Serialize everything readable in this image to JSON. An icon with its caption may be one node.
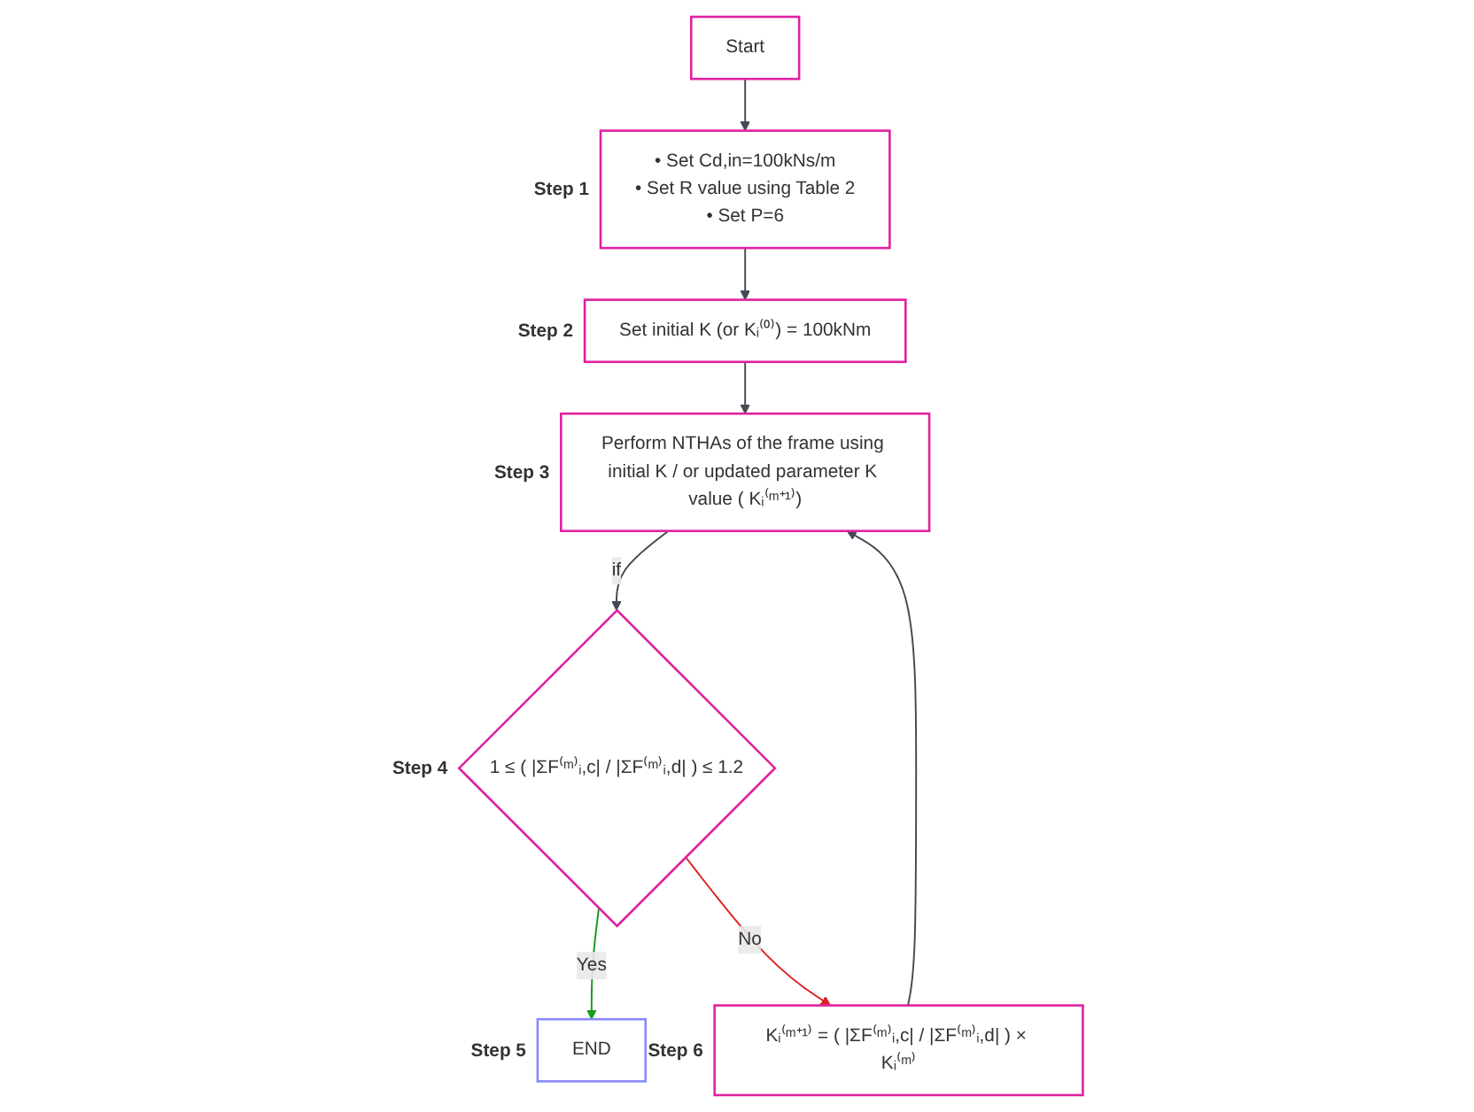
{
  "diagram": {
    "nodes": [
      {
        "text": [
          "Start"
        ]
      },
      {
        "text": [
          "• Set Cd,in=100kNs/m",
          "• Set R value using Table 2",
          "• Set P=6"
        ],
        "beside": [
          "Step 1"
        ]
      },
      {
        "text": [
          "Set initial K (or Kᵢ⁽⁰⁾) = 100kNm"
        ],
        "beside": [
          "Step 2"
        ]
      },
      {
        "text": [
          "Perform NTHAs of the frame using initial K / or updated parameter K value ( Kᵢ⁽ᵐ⁺¹⁾)"
        ],
        "beside": [
          "Step 3"
        ]
      },
      {
        "text": [
          "1 ≤ ( |ΣF⁽ᵐ⁾ᵢ,c| / |ΣF⁽ᵐ⁾ᵢ,d| ) ≤ 1.2"
        ],
        "beside": [
          "Step 4"
        ]
      },
      {
        "text": [
          "END"
        ],
        "beside": [
          "Step 5"
        ]
      },
      {
        "text": [
          "Kᵢ⁽ᵐ⁺¹⁾ = ( |ΣF⁽ᵐ⁾ᵢ,c| / |ΣF⁽ᵐ⁾ᵢ,d| ) × Kᵢ⁽ᵐ⁾"
        ],
        "beside": [
          "Step 6"
        ]
      }
    ],
    "edges": [
      {
        "from": 0,
        "to": 1,
        "arrow": "to"
      },
      {
        "from": 1,
        "to": 2,
        "arrow": "to"
      },
      {
        "from": 2,
        "to": 3,
        "arrow": "to"
      },
      {
        "from": 3,
        "to": 4,
        "arrow": "to",
        "label": "if"
      },
      {
        "from": 4,
        "to": 5,
        "arrow": "to",
        "label": "Yes",
        "color": "#1a9a1a"
      },
      {
        "from": 4,
        "to": 6,
        "arrow": "to",
        "label": "No",
        "color": "#e02020"
      },
      {
        "from": 6,
        "to": 3,
        "arrow": "to"
      }
    ]
  }
}
